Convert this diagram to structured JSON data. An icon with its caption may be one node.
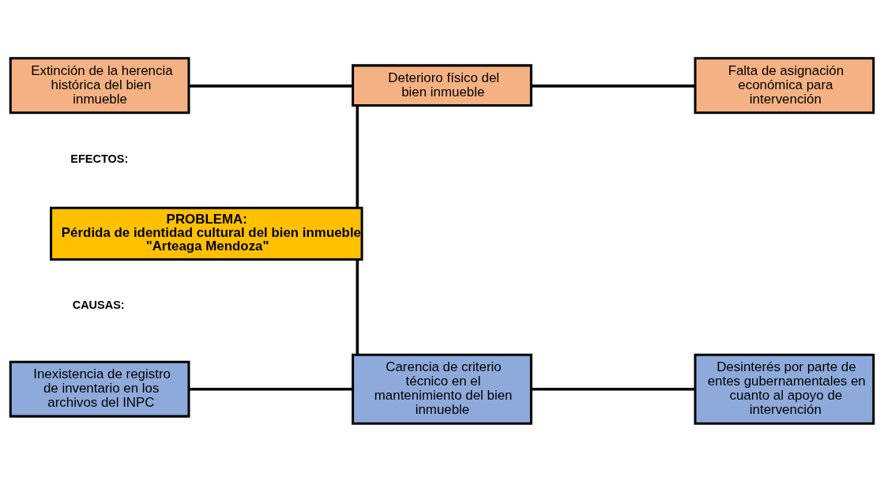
{
  "diagram": {
    "nodes": [
      {
        "text": [
          "Extinción de la herencia histórica del bien inmueble"
        ]
      },
      {
        "text": [
          "Deterioro físico del bien inmueble"
        ]
      },
      {
        "text": [
          "Falta de asignación económica para intervención"
        ]
      },
      {
        "text": [
          "PROBLEMA:",
          "Pérdida de identidad cultural del bien inmueble \"Arteaga Mendoza\""
        ]
      },
      {
        "text": [
          "Inexistencia de registro de inventario en los archivos del INPC"
        ]
      },
      {
        "text": [
          "Carencia de criterio técnico en el mantenimiento del bien inmueble"
        ]
      },
      {
        "text": [
          "Desinterés por parte de entes gubernamentales en cuanto al apoyo de intervención"
        ]
      }
    ],
    "edges": [
      {
        "from": 0,
        "to": 1,
        "arrow": "none"
      },
      {
        "from": 1,
        "to": 2,
        "arrow": "none"
      },
      {
        "from": 1,
        "to": 3,
        "arrow": "none"
      },
      {
        "from": 3,
        "to": 5,
        "arrow": "none"
      },
      {
        "from": 4,
        "to": 5,
        "arrow": "none"
      },
      {
        "from": 5,
        "to": 6,
        "arrow": "none"
      }
    ],
    "labels": [
      "EFECTOS:",
      "CAUSAS:"
    ]
  }
}
